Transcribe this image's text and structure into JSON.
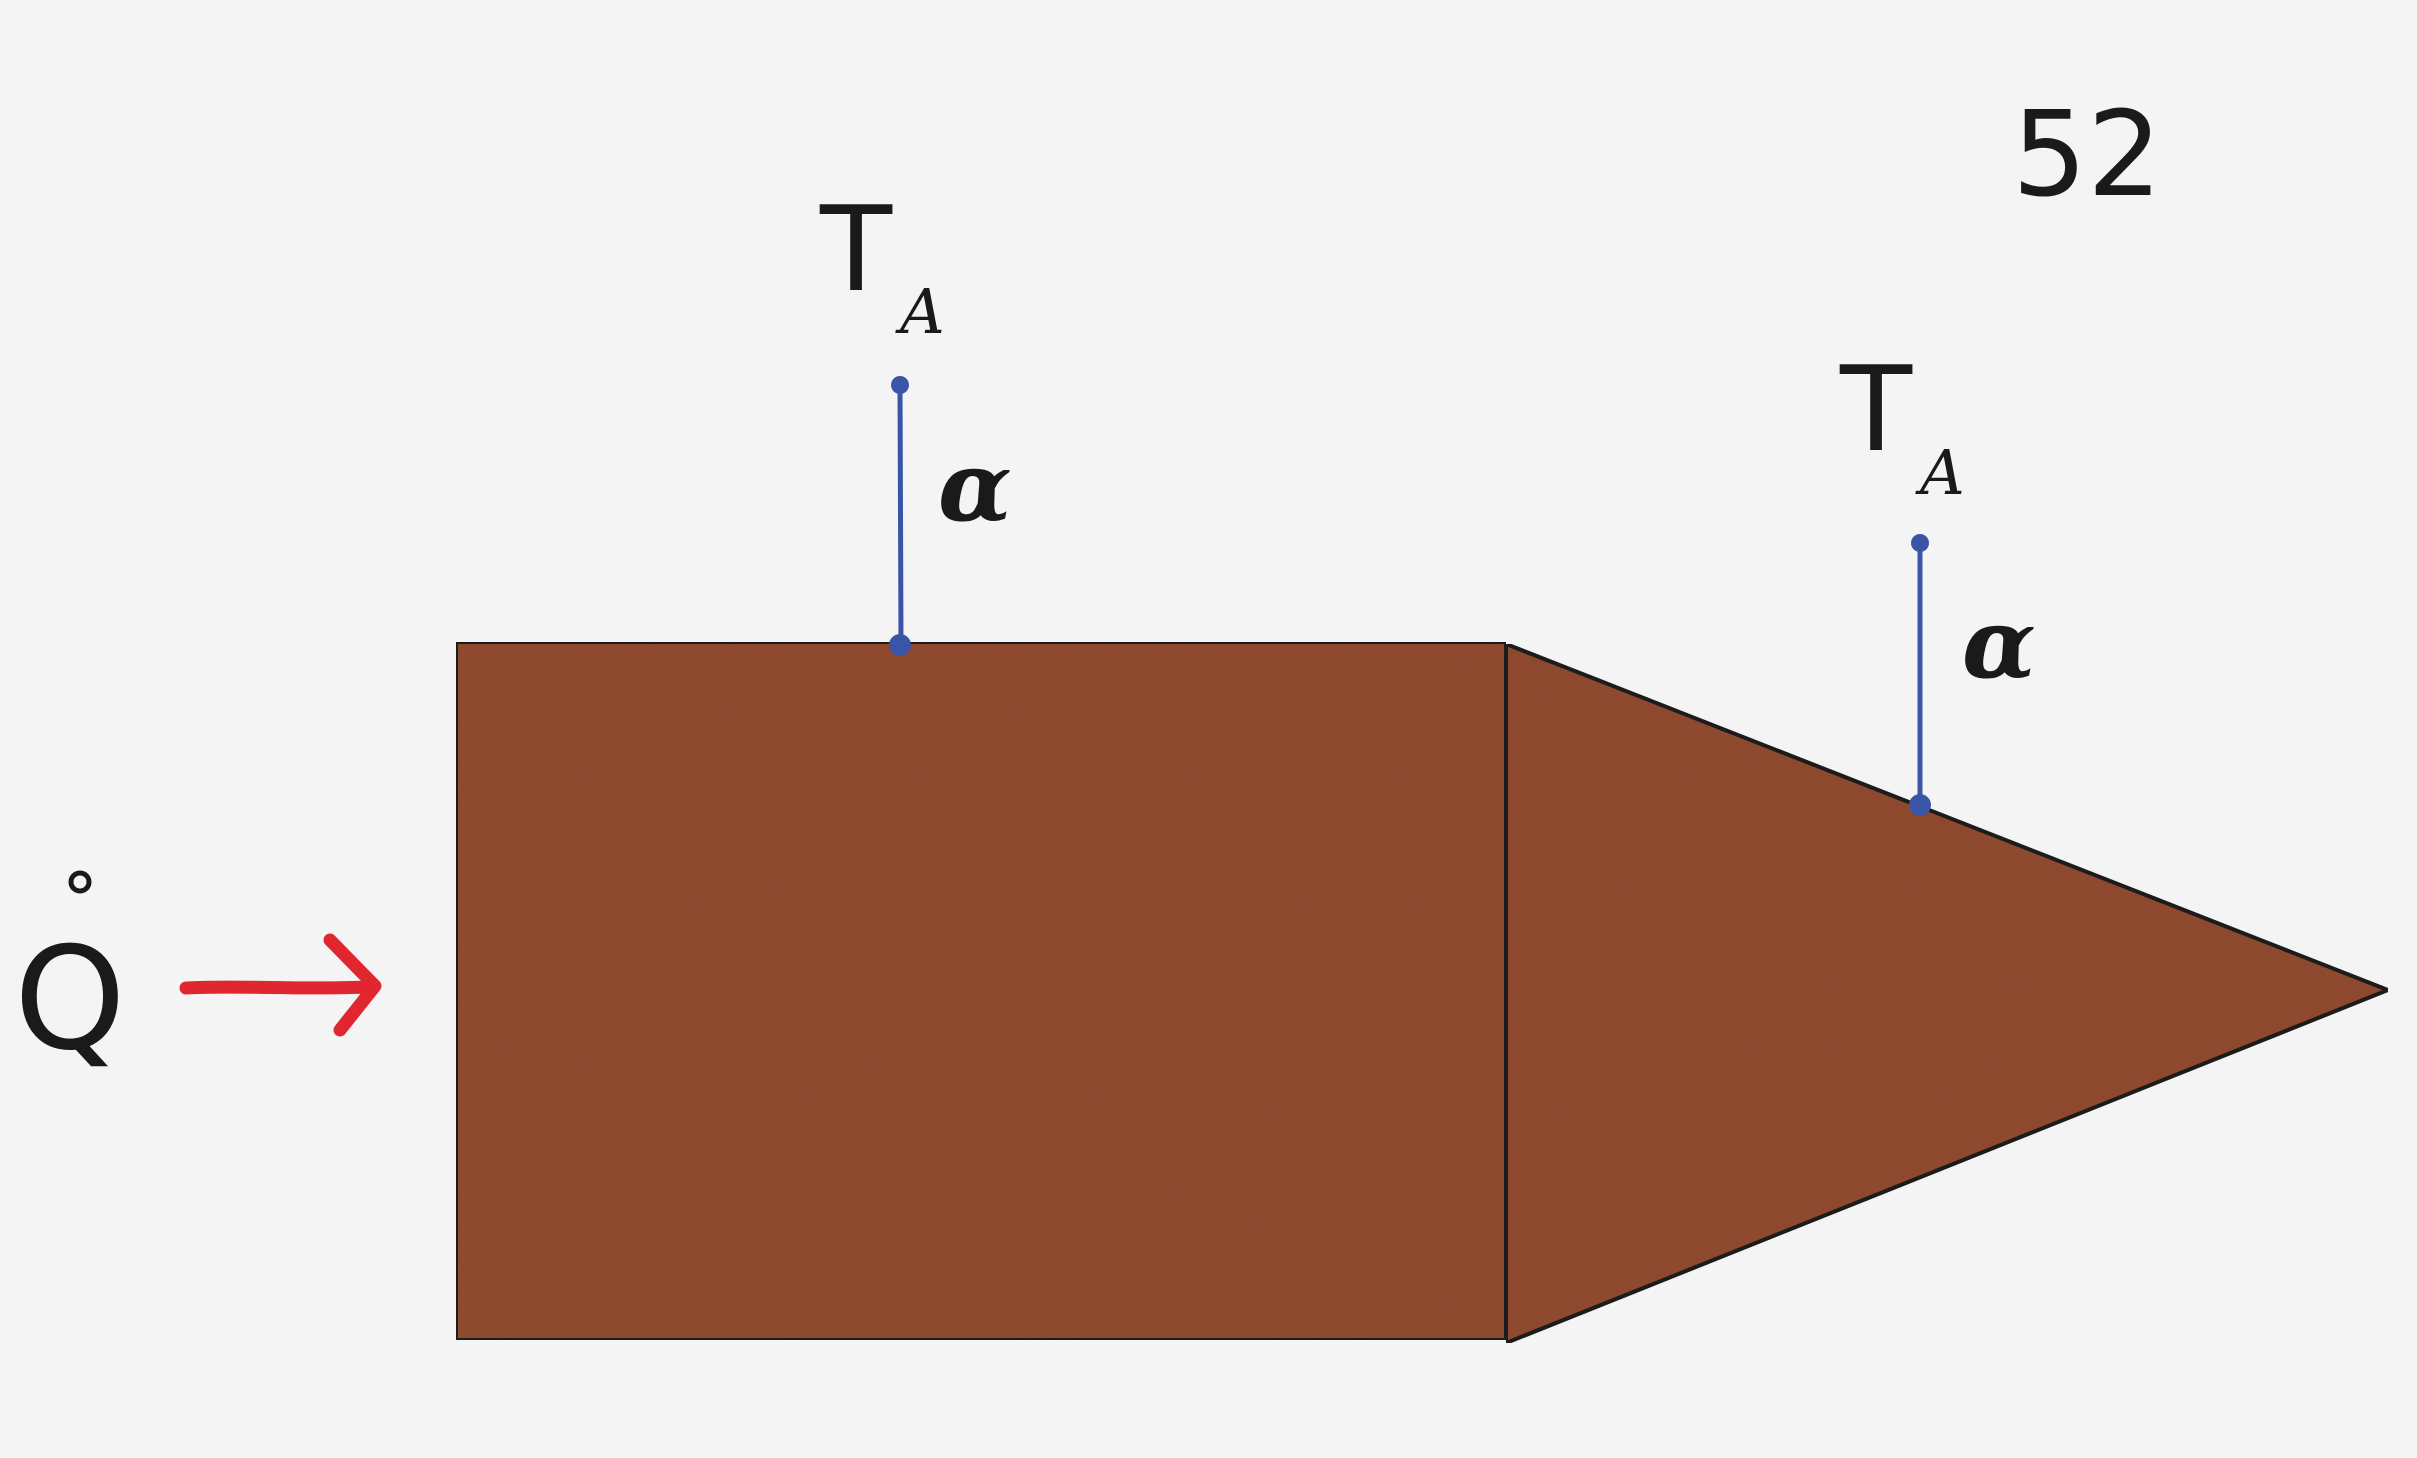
{
  "figure_number": "52",
  "heat_input": {
    "symbol": "Q",
    "dot_marker": "°",
    "arrow_color": "#e0262f"
  },
  "ambient_labels": [
    {
      "main": "T",
      "subscript": "A",
      "coefficient": "α"
    },
    {
      "main": "T",
      "subscript": "A",
      "coefficient": "α"
    }
  ],
  "colors": {
    "background": "#f4f4f4",
    "body_fill": "#8f4a30",
    "outline": "#1a1a1a",
    "convection_link": "#3a55a8"
  }
}
